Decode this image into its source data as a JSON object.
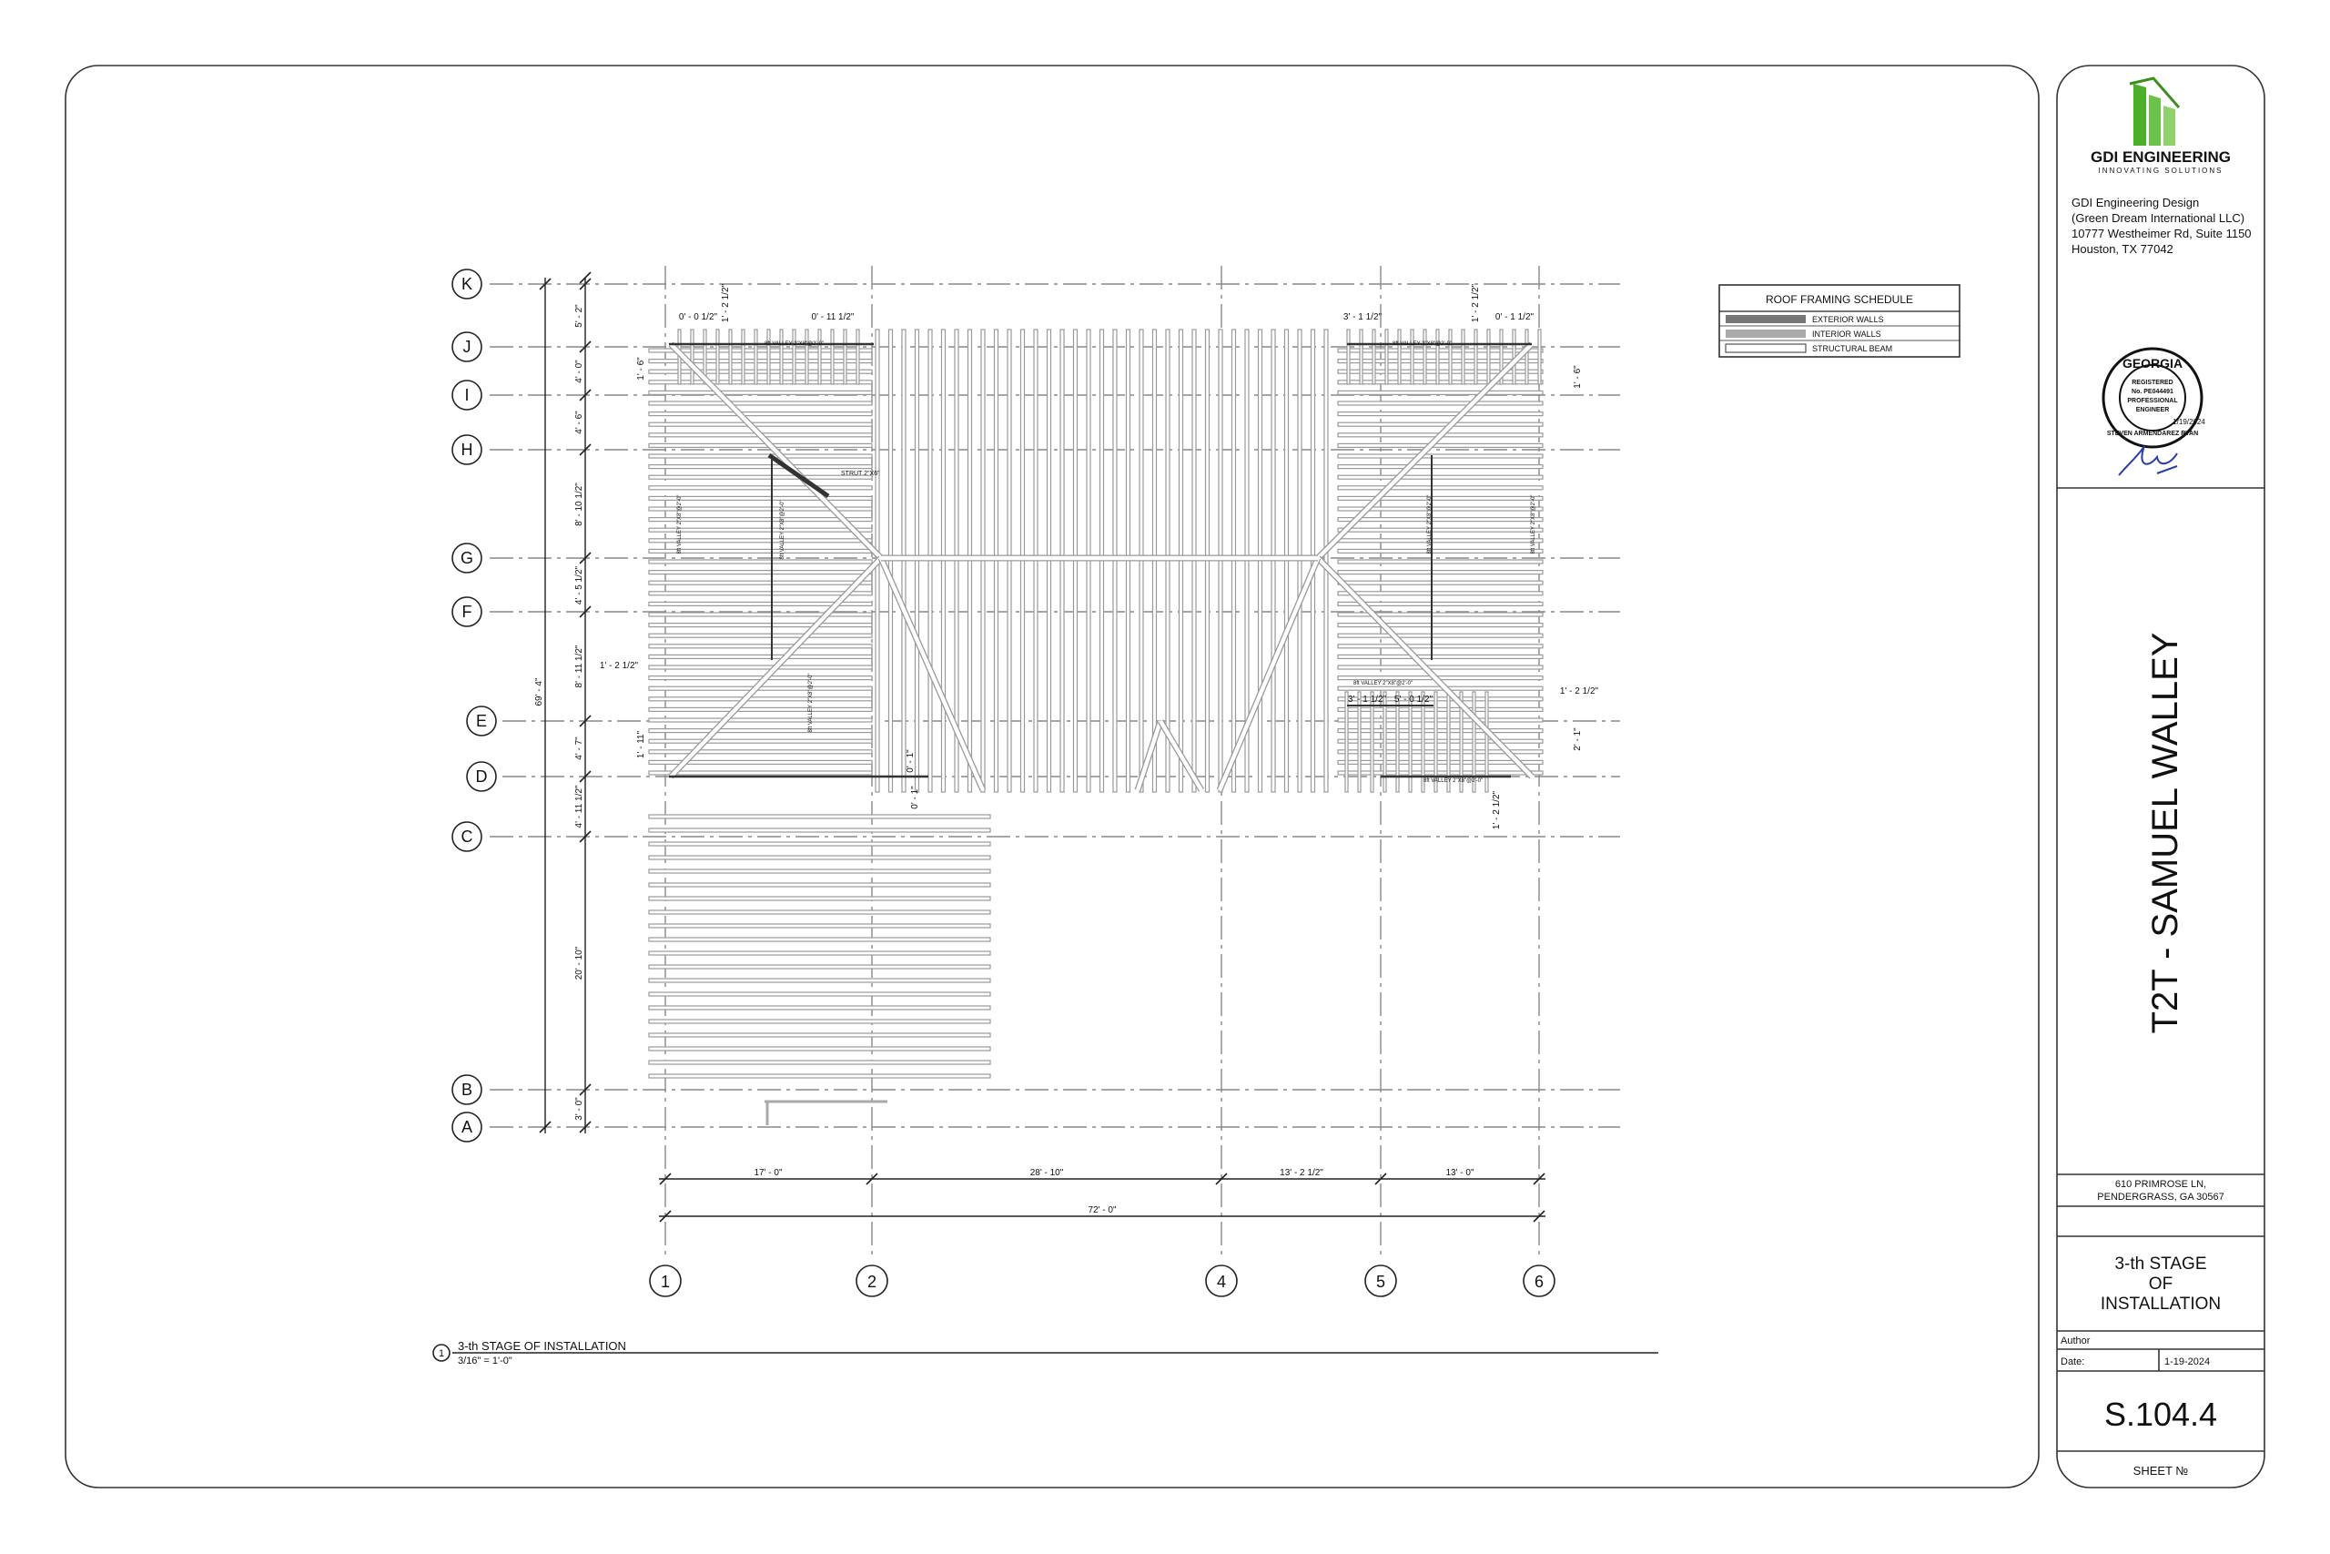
{
  "company": {
    "name": "GDI ENGINEERING",
    "tagline": "INNOVATING SOLUTIONS",
    "address_lines": [
      "GDI Engineering Design",
      "(Green Dream International LLC)",
      "10777 Westheimer Rd, Suite 1150",
      "Houston, TX 77042"
    ],
    "brand_color": "#4caf2a"
  },
  "seal": {
    "top": "GEORGIA",
    "middle_lines": [
      "REGISTERED",
      "No. PE044491",
      "PROFESSIONAL",
      "ENGINEER"
    ],
    "bottom": "STEVEN ARMENDAREZ RYAN",
    "date": "1/19/2024"
  },
  "project": {
    "title": "T2T - SAMUEL WALLEY",
    "address_lines": [
      "610 PRIMROSE LN,",
      "PENDERGRASS, GA 30567"
    ]
  },
  "drawing": {
    "name_lines": [
      "3-th STAGE",
      "OF",
      "INSTALLATION"
    ],
    "author_label": "Author",
    "date_label": "Date:",
    "date_value": "1-19-2024",
    "sheet_number": "S.104.4",
    "sheet_label": "SHEET №"
  },
  "view": {
    "number": "1",
    "title": "3-th STAGE OF INSTALLATION",
    "scale": "3/16\" = 1'-0\""
  },
  "schedule": {
    "title": "ROOF FRAMING SCHEDULE",
    "items": [
      "EXTERIOR WALLS",
      "INTERIOR WALLS",
      "STRUCTURAL BEAM"
    ]
  },
  "grid": {
    "rows": [
      "K",
      "J",
      "I",
      "H",
      "G",
      "F",
      "E",
      "D",
      "C",
      "B",
      "A"
    ],
    "columns": [
      "1",
      "2",
      "4",
      "5",
      "6"
    ]
  },
  "dimensions": {
    "vertical_segments": [
      "5' - 2\"",
      "4' - 0\"",
      "4' - 6\"",
      "8' - 10 1/2\"",
      "4' - 5 1/2\"",
      "8' - 11 1/2\"",
      "4' - 7\"",
      "4' - 11 1/2\"",
      "20' - 10\"",
      "3' - 0\""
    ],
    "vertical_total": "69' - 4\"",
    "horizontal_segments": [
      "17' - 0\"",
      "28' - 10\"",
      "13' - 2 1/2\"",
      "13' - 0\""
    ],
    "horizontal_total": "72' - 0\"",
    "detail": [
      "0' - 0 1/2\"",
      "1' - 2 1/2\"",
      "0' - 11 1/2\"",
      "3' - 1 1/2\"",
      "1' - 2 1/2\"",
      "0' - 1 1/2\"",
      "1' - 6\"",
      "1' - 6\"",
      "1' - 2 1/2\"",
      "1' - 2 1/2\"",
      "1' - 11\"",
      "2' - 1\"",
      "0' - 1\"",
      "0' - 1\"",
      "3' - 1 1/2\"",
      "5' - 0 1/2\"",
      "1' - 2 1/2\""
    ]
  },
  "annotations": {
    "strut": "STRUT 2\"X6\"",
    "valley_top_left": "8ft VALLEY 2\"X8\"@2'-0\"",
    "valley_top_right": "8ft VALLEY 2\"X8\"@2'-0\"",
    "valley_mid_right": "8ft VALLEY 2\"X8\"@2'-0\"",
    "valley_bottom_right": "8ft VALLEY 2\"X8\"@2'-0\"",
    "vert_1": "8ft VALLEY 2\"X8\"@2'-0\"",
    "vert_2": "8ft VALLEY 2\"X8\"@2'-0\"",
    "vert_3": "8ft VALLEY 2\"X8\"@2'-0\"",
    "vert_4": "8ft VALLEY 2\"X8\"@2'-0\"",
    "vert_5": "8ft VALLEY 2\"X8\"@2'-0\""
  }
}
